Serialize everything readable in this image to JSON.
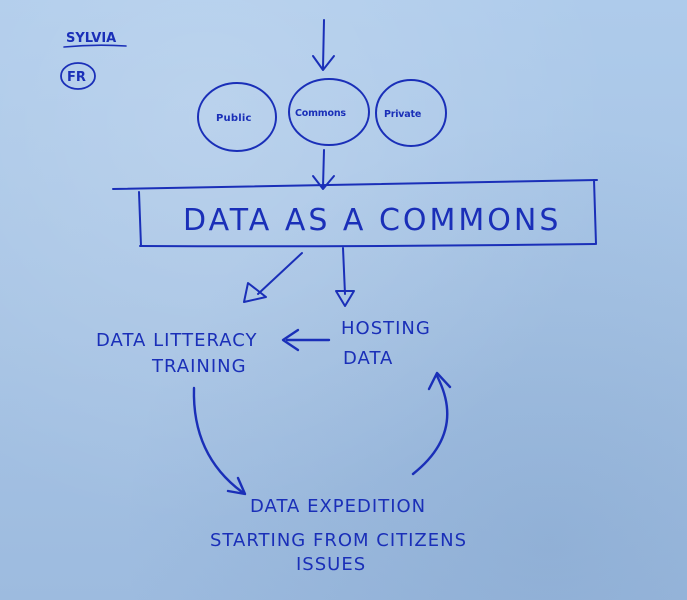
{
  "author": {
    "name": "SYLVIA",
    "country_code": "FR"
  },
  "inputs": {
    "public": "Public",
    "commons": "Commons",
    "private": "Private"
  },
  "main_box": {
    "title": "DATA AS A COMMONS"
  },
  "nodes": {
    "literacy_line1": "DATA LITTERACY",
    "literacy_line2": "TRAINING",
    "hosting_line1": "HOSTING",
    "hosting_line2": "DATA",
    "expedition_line1": "DATA EXPEDITION",
    "expedition_line2": "STARTING FROM CITIZENS",
    "expedition_line3": "ISSUES"
  },
  "colors": {
    "ink": "#1a2fb8",
    "paper": "#a9c7e8"
  }
}
